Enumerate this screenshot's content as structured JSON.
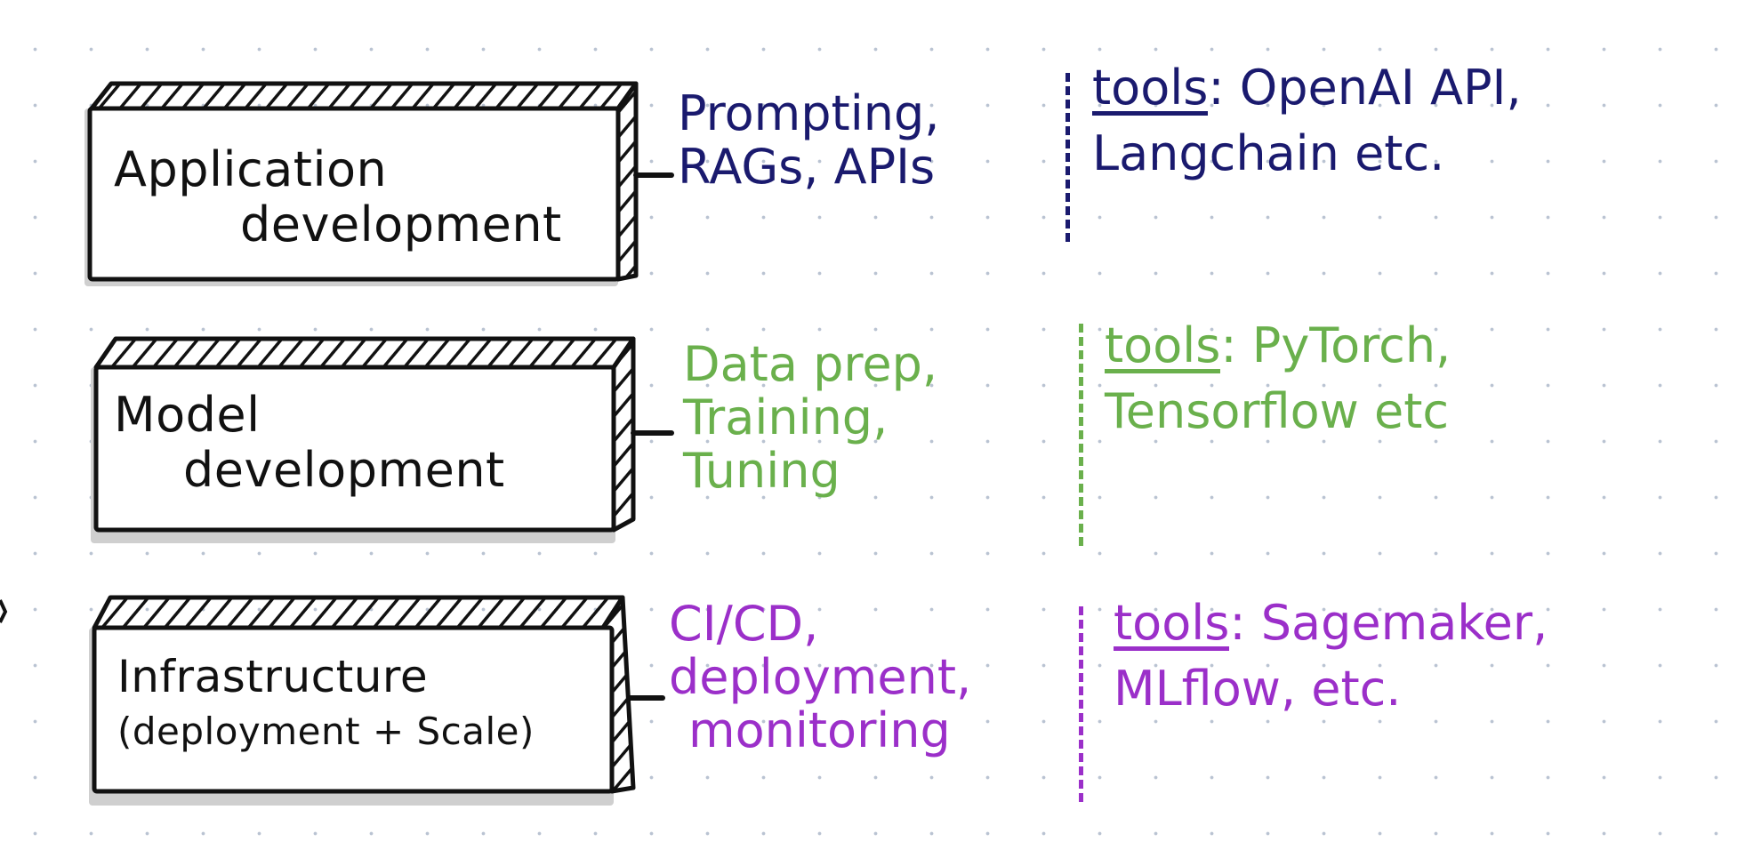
{
  "layers": [
    {
      "id": "application",
      "box_lines": [
        "Application",
        "development"
      ],
      "activities": [
        "Prompting,",
        "RAGs, APIs"
      ],
      "tools_keyword": "tools",
      "tools_lines": [
        ": OpenAI API,",
        "Langchain etc."
      ],
      "color": "#1a1a6e"
    },
    {
      "id": "model",
      "box_lines": [
        "Model",
        "development"
      ],
      "activities": [
        "Data prep,",
        "Training,",
        "Tuning"
      ],
      "tools_keyword": "tools",
      "tools_lines": [
        ": PyTorch,",
        "Tensorflow etc"
      ],
      "color": "#6ab04c"
    },
    {
      "id": "infrastructure",
      "box_lines": [
        "Infrastructure",
        "(deployment + Scale)"
      ],
      "activities": [
        "CI/CD,",
        "deployment,",
        "monitoring"
      ],
      "tools_keyword": "tools",
      "tools_lines": [
        ": Sagemaker,",
        "MLflow, etc."
      ],
      "color": "#9b2fc9"
    }
  ],
  "box_border_color": "#111111",
  "box_shadow_color": "#c8c8c8"
}
